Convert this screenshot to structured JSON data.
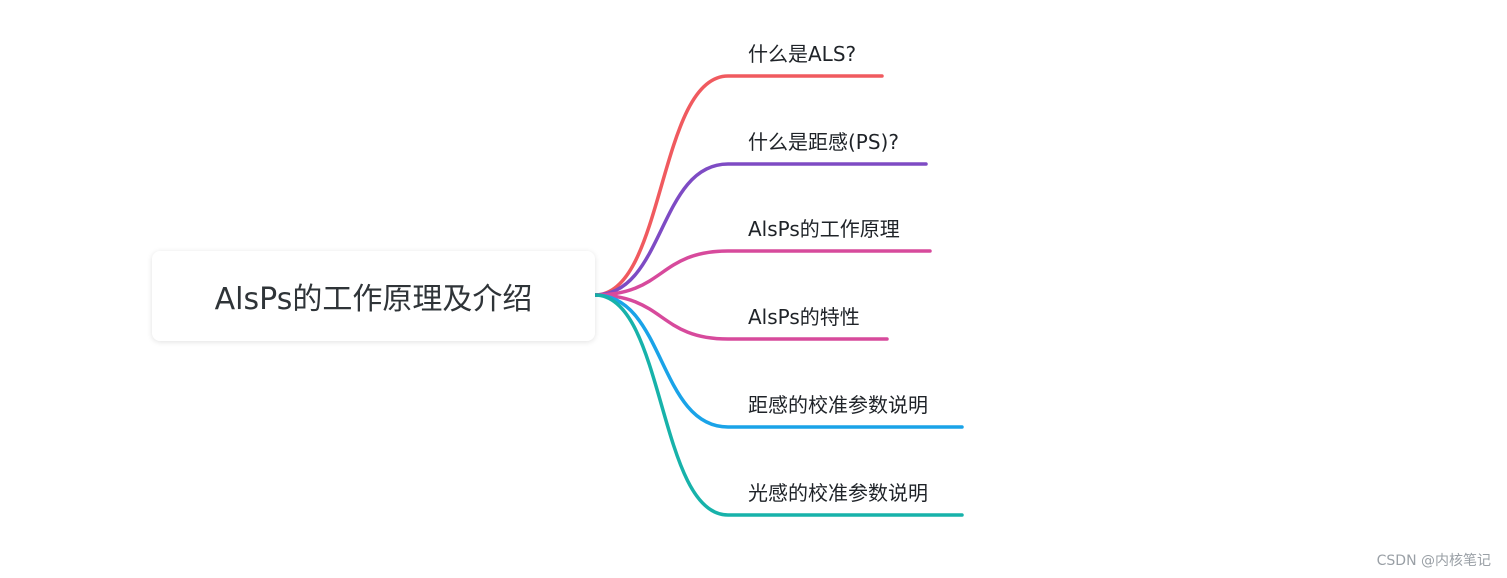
{
  "root": {
    "label": "AlsPs的工作原理及介绍"
  },
  "branches": [
    {
      "label": "什么是ALS?",
      "color": "#f05a5f"
    },
    {
      "label": "什么是距感(PS)?",
      "color": "#7e4bc4"
    },
    {
      "label": "AlsPs的工作原理",
      "color": "#d74a9c"
    },
    {
      "label": "AlsPs的特性",
      "color": "#d74a9c"
    },
    {
      "label": "距感的校准参数说明",
      "color": "#1aa3e8"
    },
    {
      "label": "光感的校准参数说明",
      "color": "#17b2aa"
    }
  ],
  "watermark": "CSDN @内核笔记"
}
